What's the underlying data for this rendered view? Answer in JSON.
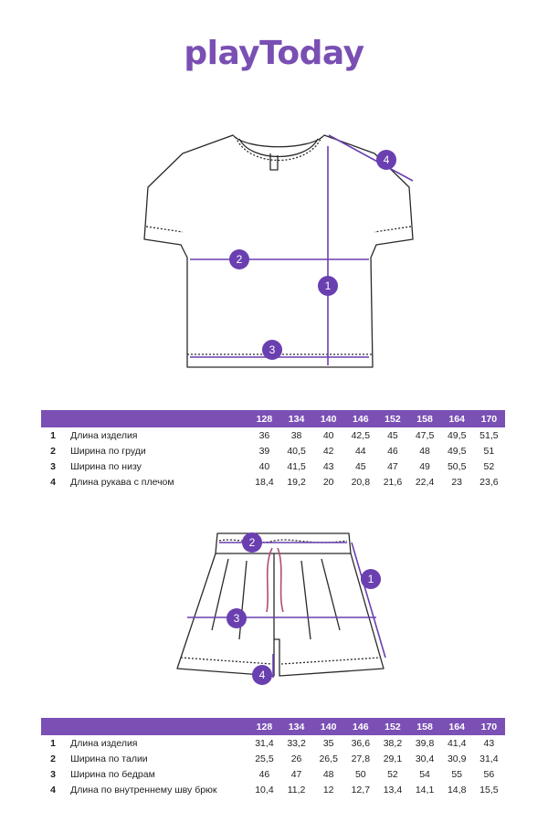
{
  "brand": {
    "logo_text": "playToday",
    "accent": "#7b50b5"
  },
  "callouts_top": [
    "4",
    "2",
    "1",
    "3"
  ],
  "callouts_bottom": [
    "2",
    "1",
    "3",
    "4"
  ],
  "sizes": [
    "128",
    "134",
    "140",
    "146",
    "152",
    "158",
    "164",
    "170"
  ],
  "tshirt_table": {
    "rows": [
      {
        "num": "1",
        "name": "Длина изделия",
        "values": [
          "36",
          "38",
          "40",
          "42,5",
          "45",
          "47,5",
          "49,5",
          "51,5"
        ]
      },
      {
        "num": "2",
        "name": "Ширина по груди",
        "values": [
          "39",
          "40,5",
          "42",
          "44",
          "46",
          "48",
          "49,5",
          "51"
        ]
      },
      {
        "num": "3",
        "name": "Ширина по низу",
        "values": [
          "40",
          "41,5",
          "43",
          "45",
          "47",
          "49",
          "50,5",
          "52"
        ]
      },
      {
        "num": "4",
        "name": "Длина рукава с плечом",
        "values": [
          "18,4",
          "19,2",
          "20",
          "20,8",
          "21,6",
          "22,4",
          "23",
          "23,6"
        ]
      }
    ]
  },
  "shorts_table": {
    "rows": [
      {
        "num": "1",
        "name": "Длина изделия",
        "values": [
          "31,4",
          "33,2",
          "35",
          "36,6",
          "38,2",
          "39,8",
          "41,4",
          "43"
        ]
      },
      {
        "num": "2",
        "name": "Ширина по талии",
        "values": [
          "25,5",
          "26",
          "26,5",
          "27,8",
          "29,1",
          "30,4",
          "30,9",
          "31,4"
        ]
      },
      {
        "num": "3",
        "name": "Ширина по бедрам",
        "values": [
          "46",
          "47",
          "48",
          "50",
          "52",
          "54",
          "55",
          "56"
        ]
      },
      {
        "num": "4",
        "name": "Длина по внутреннему шву брюк",
        "values": [
          "10,4",
          "11,2",
          "12",
          "12,7",
          "13,4",
          "14,1",
          "14,8",
          "15,5"
        ]
      }
    ]
  }
}
